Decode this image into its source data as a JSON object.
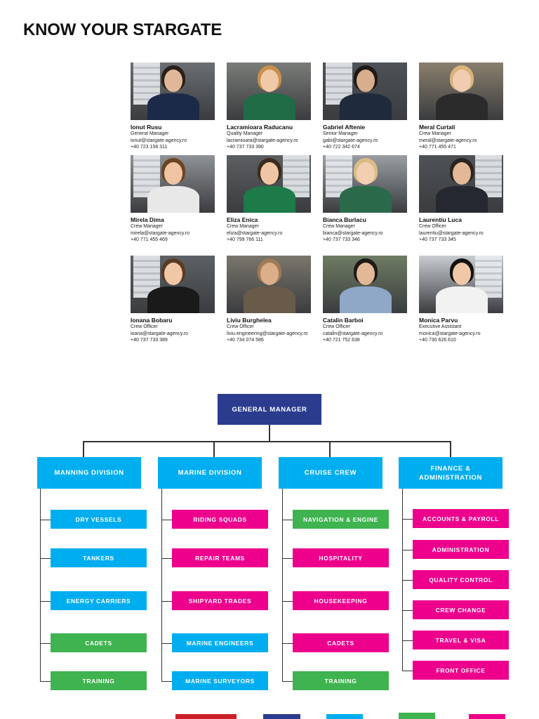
{
  "title": "KNOW YOUR STARGATE",
  "team": [
    {
      "name": "Ionut Rusu",
      "role": "General Manager",
      "email": "ionut@stargate-agency.ro",
      "phone": "+40 723 158 311"
    },
    {
      "name": "Lacramioara Raducanu",
      "role": "Quality Manager",
      "email": "lacramioara@stargate-agency.ro",
      "phone": "+40 737 733 390"
    },
    {
      "name": "Gabriel Aftenie",
      "role": "Senior Manager",
      "email": "gabi@stargate-agency.ro",
      "phone": "+40 722 342 674"
    },
    {
      "name": "Meral Curtali",
      "role": "Crew Manager",
      "email": "meral@stargate-agency.ro",
      "phone": "+40 771 455 471"
    },
    {
      "name": "Mirela Dima",
      "role": "Crew Manager",
      "email": "mirela@stargate-agency.ro",
      "phone": "+40 771 455 469"
    },
    {
      "name": "Eliza Enica",
      "role": "Crew Manager",
      "email": "eliza@stargate-agency.ro",
      "phone": "+40 799 766 111"
    },
    {
      "name": "Bianca Burlacu",
      "role": "Crew Manager",
      "email": "bianca@stargate-agency.ro",
      "phone": "+40 737 733 346"
    },
    {
      "name": "Laurentiu Luca",
      "role": "Crew Officer",
      "email": "laurentiu@stargate-agency.ro",
      "phone": "+40 737 733 345"
    },
    {
      "name": "Ionana Bobaru",
      "role": "Crew Officer",
      "email": "ioana@stargate-agency.ro",
      "phone": "+40 737 733 389"
    },
    {
      "name": "Liviu Burghelea",
      "role": "Crew Officer",
      "email": "liviu.engineering@stargate-agency.ro",
      "phone": "+40 734 074 586"
    },
    {
      "name": "Catalin Barboi",
      "role": "Crew Officer",
      "email": "catalin@stargate-agency.ro",
      "phone": "+40 721 752 638"
    },
    {
      "name": "Monica Parvu",
      "role": "Executive Assistant",
      "email": "monica@stargate-agency.ro",
      "phone": "+40 730 626 610"
    }
  ],
  "org": {
    "general_manager": "General Manager",
    "divisions": [
      {
        "label": "Manning Division",
        "color": "#00aeef",
        "items": [
          {
            "label": "Dry Vessels",
            "color": "#00aeef"
          },
          {
            "label": "Tankers",
            "color": "#00aeef"
          },
          {
            "label": "Energy Carriers",
            "color": "#00aeef"
          },
          {
            "label": "Cadets",
            "color": "#3fb34f"
          },
          {
            "label": "Training",
            "color": "#3fb34f"
          }
        ]
      },
      {
        "label": "Marine Division",
        "color": "#00aeef",
        "items": [
          {
            "label": "Riding Squads",
            "color": "#ec008c"
          },
          {
            "label": "Repair Teams",
            "color": "#ec008c"
          },
          {
            "label": "Shipyard Trades",
            "color": "#ec008c"
          },
          {
            "label": "Marine Engineers",
            "color": "#00aeef"
          },
          {
            "label": "Marine Surveyors",
            "color": "#00aeef"
          }
        ]
      },
      {
        "label": "Cruise Crew",
        "color": "#00aeef",
        "items": [
          {
            "label": "Navigation & Engine",
            "color": "#3fb34f"
          },
          {
            "label": "Hospitality",
            "color": "#ec008c"
          },
          {
            "label": "Housekeeping",
            "color": "#ec008c"
          },
          {
            "label": "Cadets",
            "color": "#ec008c"
          },
          {
            "label": "Training",
            "color": "#3fb34f"
          }
        ]
      },
      {
        "label": "Finance & Administration",
        "color": "#00aeef",
        "items": [
          {
            "label": "Accounts & Payroll",
            "color": "#ec008c"
          },
          {
            "label": "Administration",
            "color": "#ec008c"
          },
          {
            "label": "Quality Control",
            "color": "#ec008c"
          },
          {
            "label": "Crew Change",
            "color": "#ec008c"
          },
          {
            "label": "Travel & Visa",
            "color": "#ec008c"
          },
          {
            "label": "Front Office",
            "color": "#ec008c"
          }
        ]
      }
    ]
  },
  "legend_colors": [
    "#c92127",
    "#2b3c8f",
    "#00aeef",
    "#3fb34f",
    "#ec008c"
  ]
}
